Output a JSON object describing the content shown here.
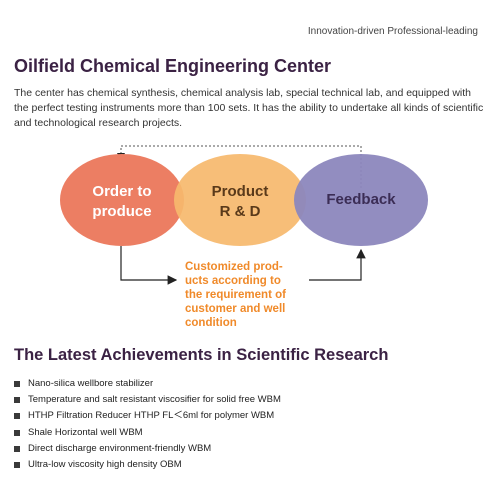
{
  "header": {
    "tagline": "Innovation-driven  Professional-leading"
  },
  "section1": {
    "title": "Oilfield Chemical Engineering Center",
    "intro": "The center has chemical synthesis, chemical analysis lab, special technical lab, and equipped with the perfect testing instruments more than 100 sets.  It has the ability to undertake all kinds of scientific and technological research projects."
  },
  "diagram": {
    "order": [
      "Order to",
      "produce"
    ],
    "product": [
      "Product",
      "R & D"
    ],
    "feedback": "Feedback",
    "note": [
      "Customized prod-",
      "ucts according to",
      "the requirement of",
      "customer and well",
      "condition"
    ],
    "colors": {
      "order": "#ec7e63",
      "product": "#f6b96c",
      "feedback": "#8c87bd",
      "note": "#f08a2a",
      "title": "#3b2244"
    }
  },
  "section2": {
    "title": "The Latest Achievements in Scientific Research",
    "items": [
      "Nano-silica wellbore stabilizer",
      "Temperature and salt resistant viscosifier for solid free WBM",
      "HTHP Filtration Reducer HTHP FL＜6ml for polymer WBM",
      "Shale Horizontal well WBM",
      "Direct discharge environment-friendly WBM",
      "Ultra-low viscosity high density OBM"
    ]
  }
}
